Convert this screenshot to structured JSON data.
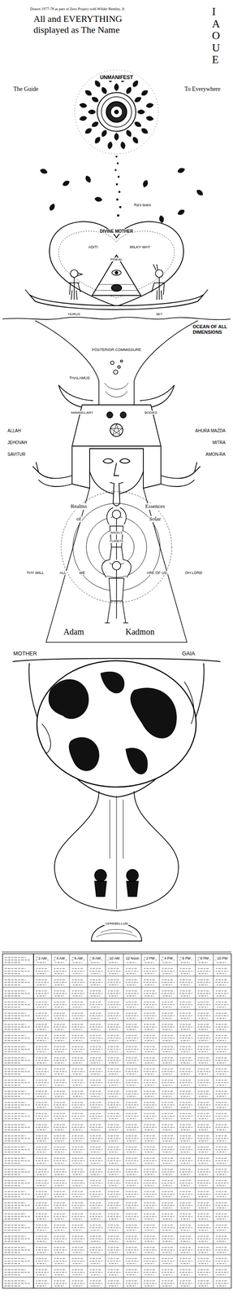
{
  "diagram": {
    "title": "All and EVERYTHING displayed as The Name",
    "labels": [
      "Drawn 1977-78 as part of Zero Project with Wilder Bentley, Jr.",
      "IAOUE",
      "UNMANIFEST",
      "The Guide",
      "To Everywhere",
      "Ra's tears",
      "DIVINE MOTHER",
      "ADITI",
      "MILKY WAY",
      "PINEAL",
      "HORUS",
      "SET",
      "OCEAN OF ALL DIMENSIONS",
      "POSTERIOR COMMISSURE",
      "THALAMUS",
      "MAMMILLARY",
      "BODIES",
      "ALLAH",
      "JEHOVAH",
      "SAVITUR",
      "AHURA MAZDA",
      "MITRA",
      "AMON-RA",
      "Realms",
      "of",
      "Essences",
      "Solar",
      "ANGELS",
      "PLANETS",
      "THY WILL",
      "ALL",
      "WE",
      "ARE OF US",
      "OH LORD",
      "Adam",
      "Kadmon",
      "MOTHER",
      "GAIA",
      "CEREBELLUM",
      "2 AM",
      "4 AM",
      "6 AM",
      "8 AM",
      "10 AM",
      "12 Noon",
      "2 PM",
      "4 PM",
      "6 PM",
      "8 PM",
      "10 PM"
    ]
  }
}
